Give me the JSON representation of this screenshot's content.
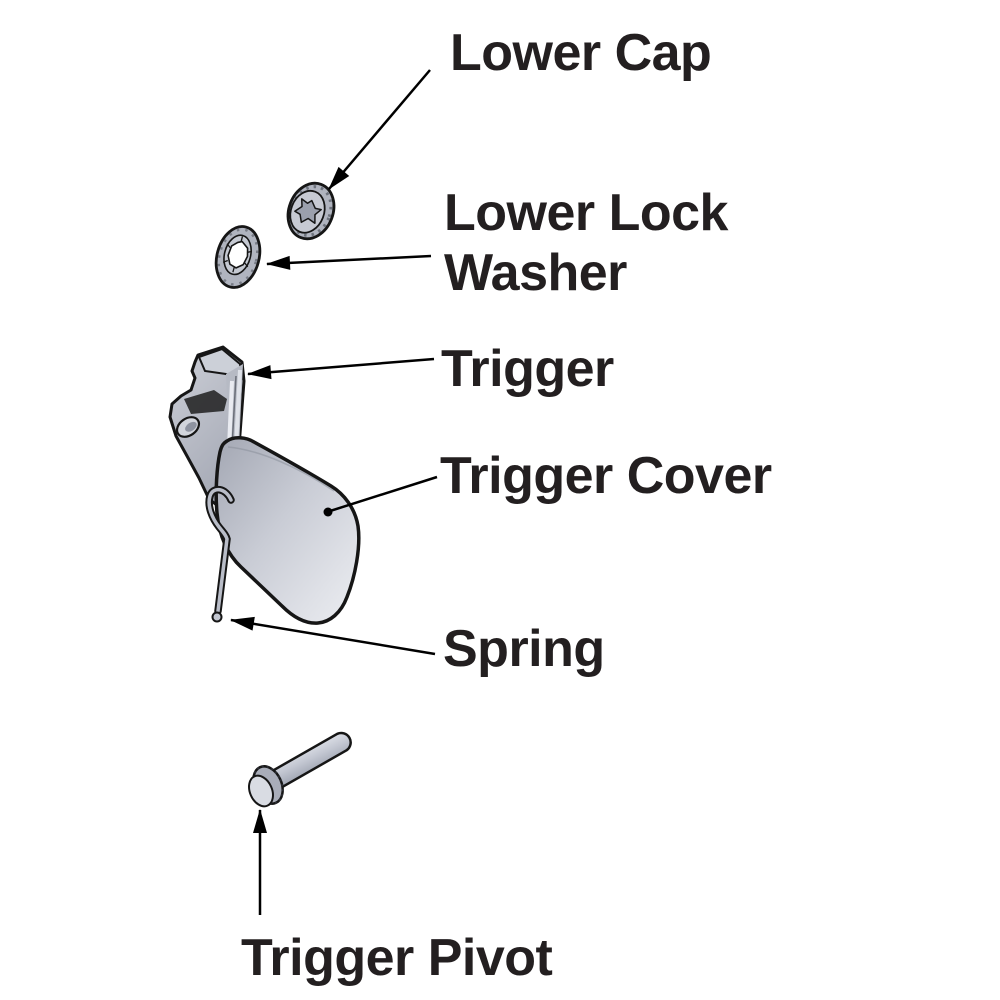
{
  "diagram": {
    "kind": "exploded-parts-diagram",
    "parts": [
      {
        "id": "lower_cap",
        "label": "Lower Cap"
      },
      {
        "id": "lower_lock_washer",
        "label": "Lower Lock Washer"
      },
      {
        "id": "trigger",
        "label": "Trigger"
      },
      {
        "id": "trigger_cover",
        "label": "Trigger Cover"
      },
      {
        "id": "spring",
        "label": "Spring"
      },
      {
        "id": "trigger_pivot",
        "label": "Trigger Pivot"
      }
    ],
    "colors": {
      "background": "#ffffff",
      "label_text": "#231f20",
      "leader_line": "#000000",
      "part_fill": "#b3b7c1",
      "part_light": "#e8eaee",
      "part_shadow": "#9298a6",
      "outline": "#161616"
    }
  }
}
